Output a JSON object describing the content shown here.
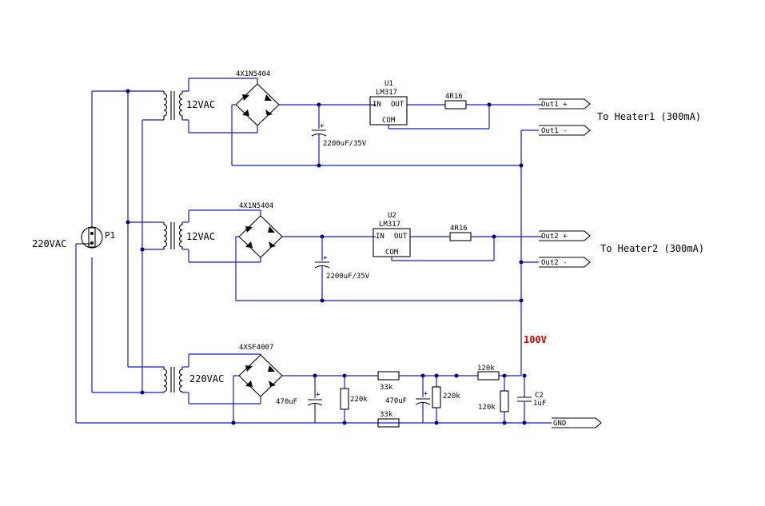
{
  "labels": {
    "mains": "220VAC",
    "plug": "P1",
    "tr1": "12VAC",
    "tr2": "12VAC",
    "tr3": "220VAC",
    "br1": "4X1N5404",
    "br2": "4X1N5404",
    "br3": "4XSF4007",
    "c1": "2200uF/35V",
    "c2": "2200uF/35V",
    "u1_ref": "U1",
    "u1_type": "LM317",
    "u2_ref": "U2",
    "u2_type": "LM317",
    "pin_in": "IN",
    "pin_out": "OUT",
    "pin_com": "COM",
    "r1": "4R16",
    "r2": "4R16",
    "out1p": "Out1 +",
    "out1m": "Out1 -",
    "out2p": "Out2 +",
    "out2m": "Out2 -",
    "heater1": "To Heater1 (300mA)",
    "heater2": "To Heater2 (300mA)",
    "v100": "100V",
    "c470a": "470uF",
    "c470b": "470uF",
    "r220a": "220k",
    "r220b": "220k",
    "r33a": "33k",
    "r33b": "33k",
    "r120a": "120k",
    "r120b": "120k",
    "c2_ref": "C2",
    "c2_val": "1uF",
    "gnd": "GND"
  },
  "colors": {
    "wire": "#1a1ab8",
    "component": "#000000",
    "highlight": "#cc0000"
  }
}
